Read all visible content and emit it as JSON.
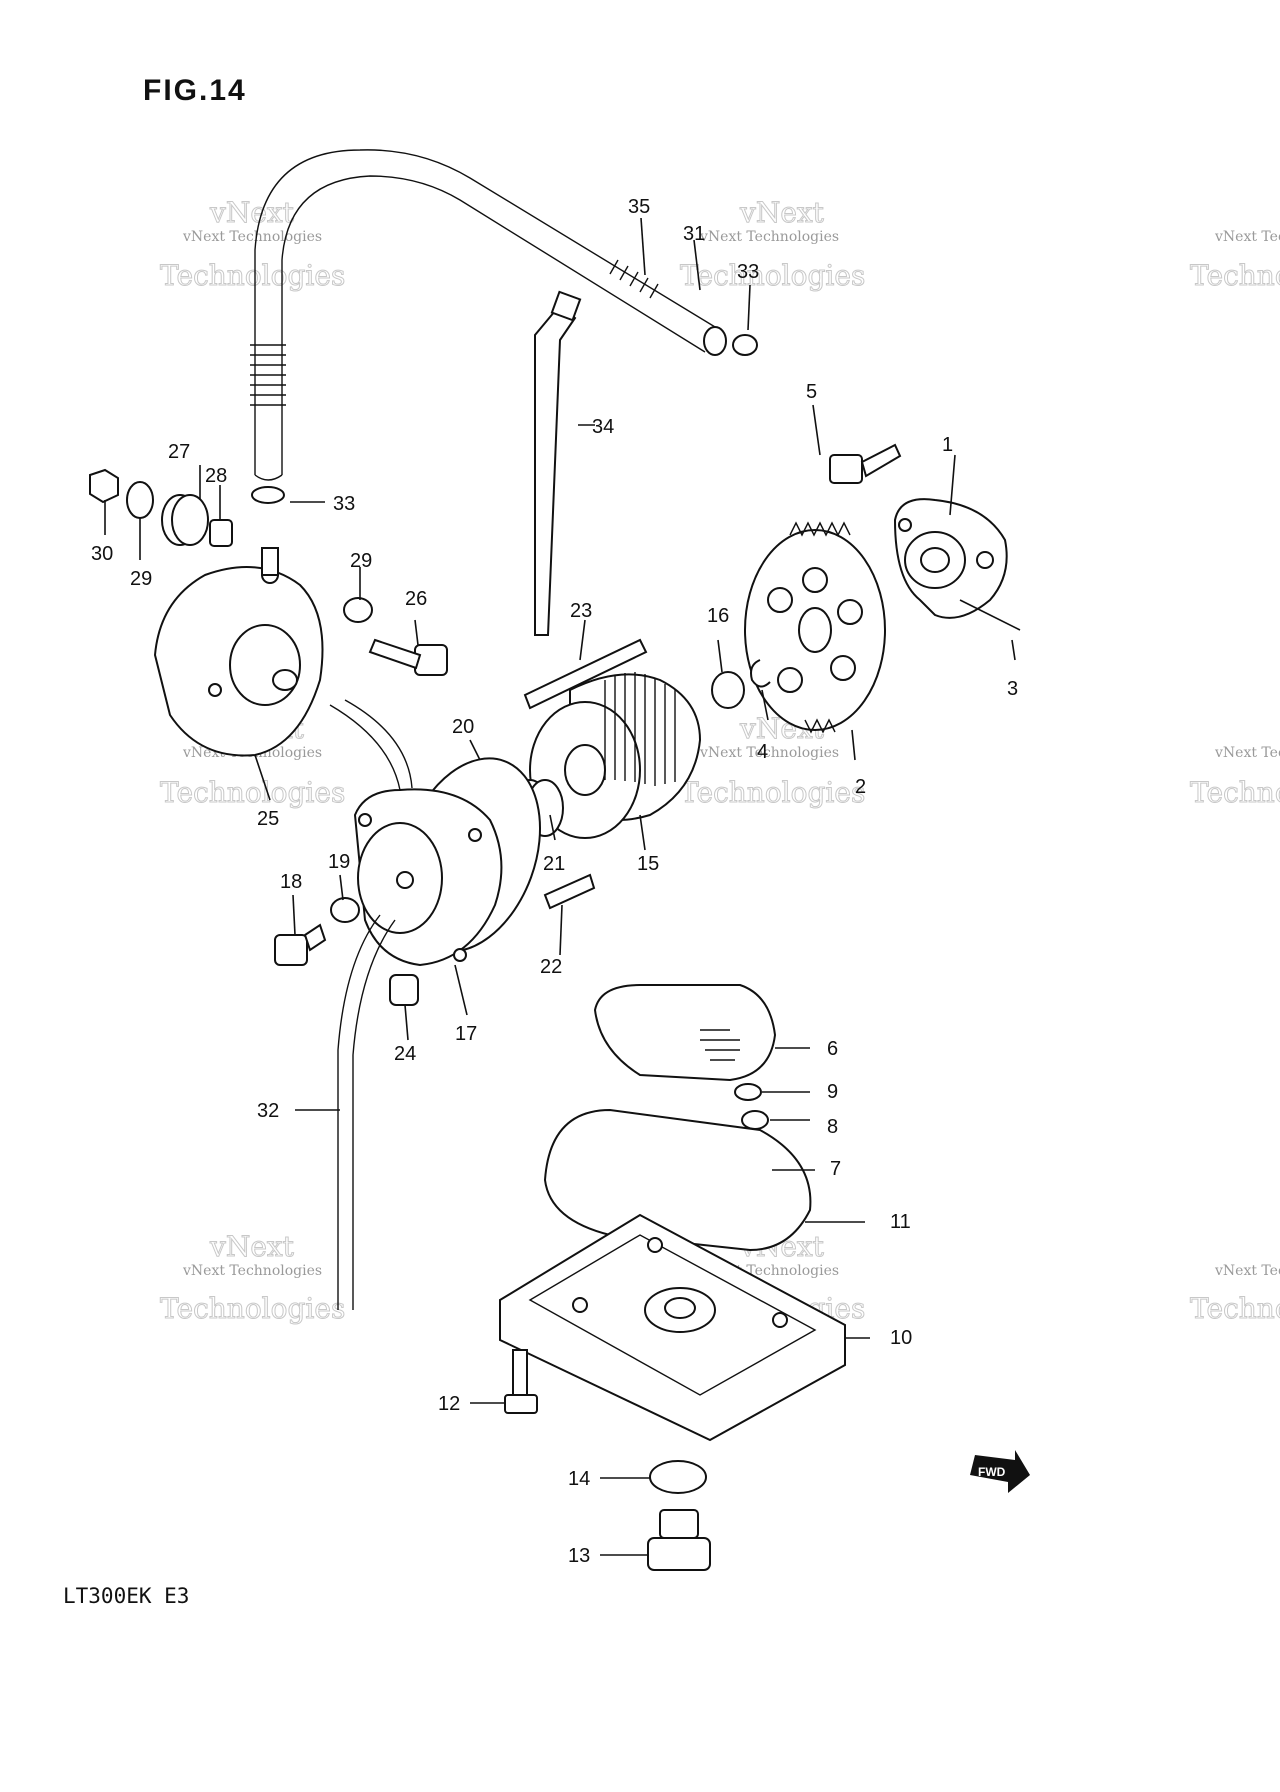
{
  "figure": {
    "title": "FIG.14",
    "model": "LT300EK  E3",
    "fwd_badge": "FWD"
  },
  "watermark": {
    "line1": "vNext Technologies",
    "line2": "vNext",
    "line3": "Technologies"
  },
  "callouts": [
    "1",
    "2",
    "3",
    "4",
    "5",
    "6",
    "7",
    "8",
    "9",
    "10",
    "11",
    "12",
    "13",
    "14",
    "15",
    "16",
    "17",
    "18",
    "19",
    "20",
    "21",
    "22",
    "23",
    "24",
    "25",
    "26",
    "27",
    "28",
    "29",
    "30",
    "31",
    "32",
    "33",
    "34",
    "35"
  ],
  "labels": {
    "l1": "1",
    "l2": "2",
    "l3": "3",
    "l4": "4",
    "l5": "5",
    "l6": "6",
    "l7": "7",
    "l8": "8",
    "l9": "9",
    "l10": "10",
    "l11": "11",
    "l12": "12",
    "l13": "13",
    "l14": "14",
    "l15": "15",
    "l16": "16",
    "l17": "17",
    "l18": "18",
    "l19": "19",
    "l20": "20",
    "l21": "21",
    "l22": "22",
    "l23": "23",
    "l24": "24",
    "l25": "25",
    "l26": "26",
    "l27": "27",
    "l28": "28",
    "l29a": "29",
    "l29b": "29",
    "l30": "30",
    "l31": "31",
    "l32": "32",
    "l33a": "33",
    "l33b": "33",
    "l34": "34",
    "l35": "35"
  }
}
